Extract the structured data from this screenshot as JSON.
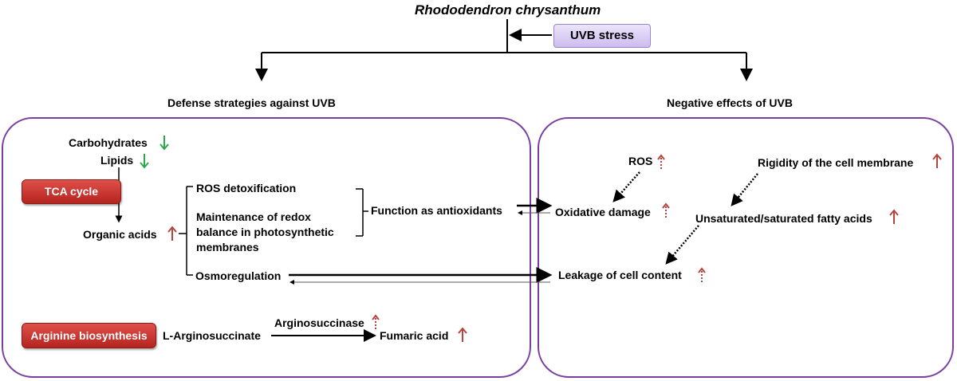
{
  "title": "Rhododendron chrysanthum",
  "stress": "UVB stress",
  "sections": {
    "defense": "Defense strategies against UVB",
    "negative": "Negative effects of UVB"
  },
  "defense": {
    "carbohydrates": "Carbohydrates",
    "lipids": "Lipids",
    "tca_cycle": "TCA cycle",
    "organic_acids": "Organic acids",
    "ros_detox": "ROS detoxification",
    "redox_line1": "Maintenance of redox",
    "redox_line2": "balance in photosynthetic",
    "redox_line3": "membranes",
    "antioxidants": "Function as antioxidants",
    "osmoregulation": "Osmoregulation",
    "arginine": "Arginine biosynthesis",
    "arginosuccinate": "L-Arginosuccinate",
    "arginosuccinase": "Arginosuccinase",
    "fumaric": "Fumaric acid"
  },
  "negative": {
    "ros": "ROS",
    "oxidative": "Oxidative damage",
    "rigidity": "Rigidity of the cell membrane",
    "fatty_acids": "Unsaturated/saturated fatty acids",
    "leakage": "Leakage of cell content"
  },
  "colors": {
    "increase": "#b5453c",
    "decrease": "#2aa84a",
    "box_border": "#7b3fa0"
  },
  "legend_markers": {
    "solid_up": "increase",
    "dotted_up": "increase (dotted)",
    "green_down": "decrease"
  }
}
